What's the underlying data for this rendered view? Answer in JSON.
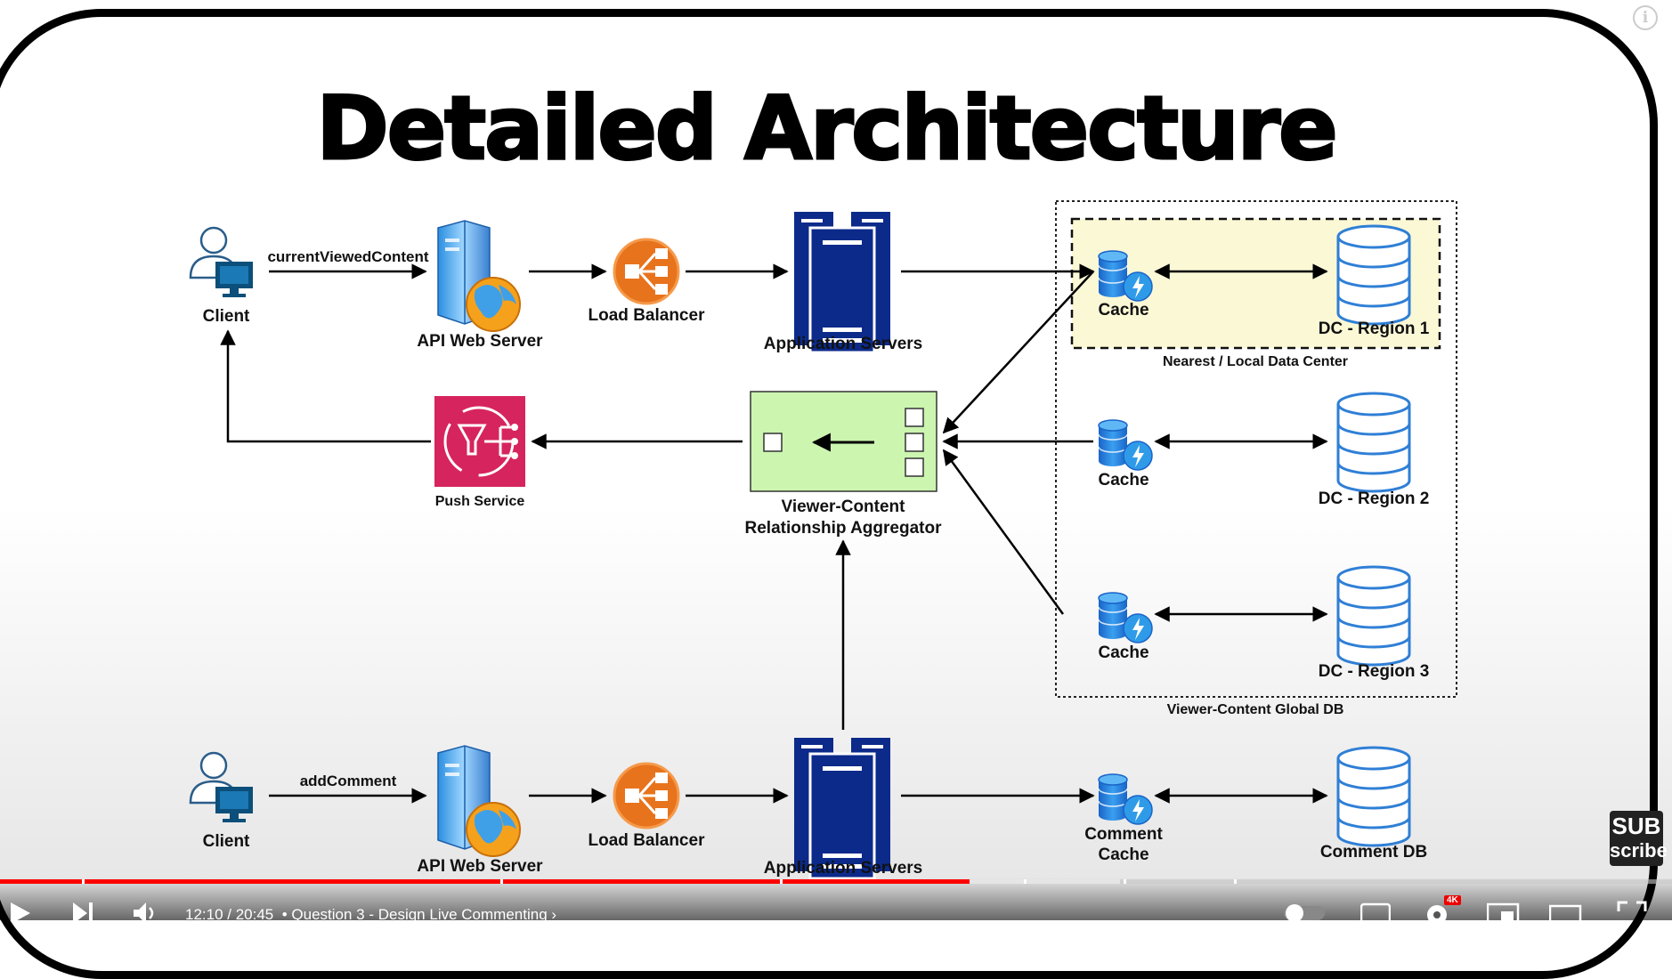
{
  "diagram": {
    "title": "Detailed Architecture",
    "top_flow": {
      "client": "Client",
      "edge_label": "currentViewedContent",
      "api_server": "API Web Server",
      "load_balancer": "Load Balancer",
      "app_servers": "Application Servers"
    },
    "push_service": "Push Service",
    "aggregator": [
      "Viewer-Content",
      "Relationship Aggregator"
    ],
    "global_db": {
      "label": "Viewer-Content Global DB",
      "local_dc_label": "Nearest / Local Data Center",
      "regions": [
        {
          "cache": "Cache",
          "db": "DC - Region 1"
        },
        {
          "cache": "Cache",
          "db": "DC - Region 2"
        },
        {
          "cache": "Cache",
          "db": "DC - Region 3"
        }
      ]
    },
    "bottom_flow": {
      "client": "Client",
      "edge_label": "addComment",
      "api_server": "API Web Server",
      "load_balancer": "Load Balancer",
      "app_servers": "Application Servers",
      "cache": [
        "Comment",
        "Cache"
      ],
      "db": "Comment DB"
    }
  },
  "overlay": {
    "info_icon": "info-icon",
    "subscribe_badge": [
      "SUB",
      "scribe"
    ]
  },
  "player": {
    "time_display": "12:10 / 20:45",
    "chapter_title": "• Question 3 - Design Live Commenting",
    "progress_played_fraction": 0.58,
    "progress_buffered_fraction": 0.67,
    "quality_badge": "4K",
    "colors": {
      "played": "#ff0000",
      "accent_blue": "#1e73be",
      "lb_orange": "#e8731d",
      "push_pink": "#d6245e",
      "aggregator_green": "#ccf5b0",
      "local_dc_yellow": "#fbf8d6"
    }
  }
}
